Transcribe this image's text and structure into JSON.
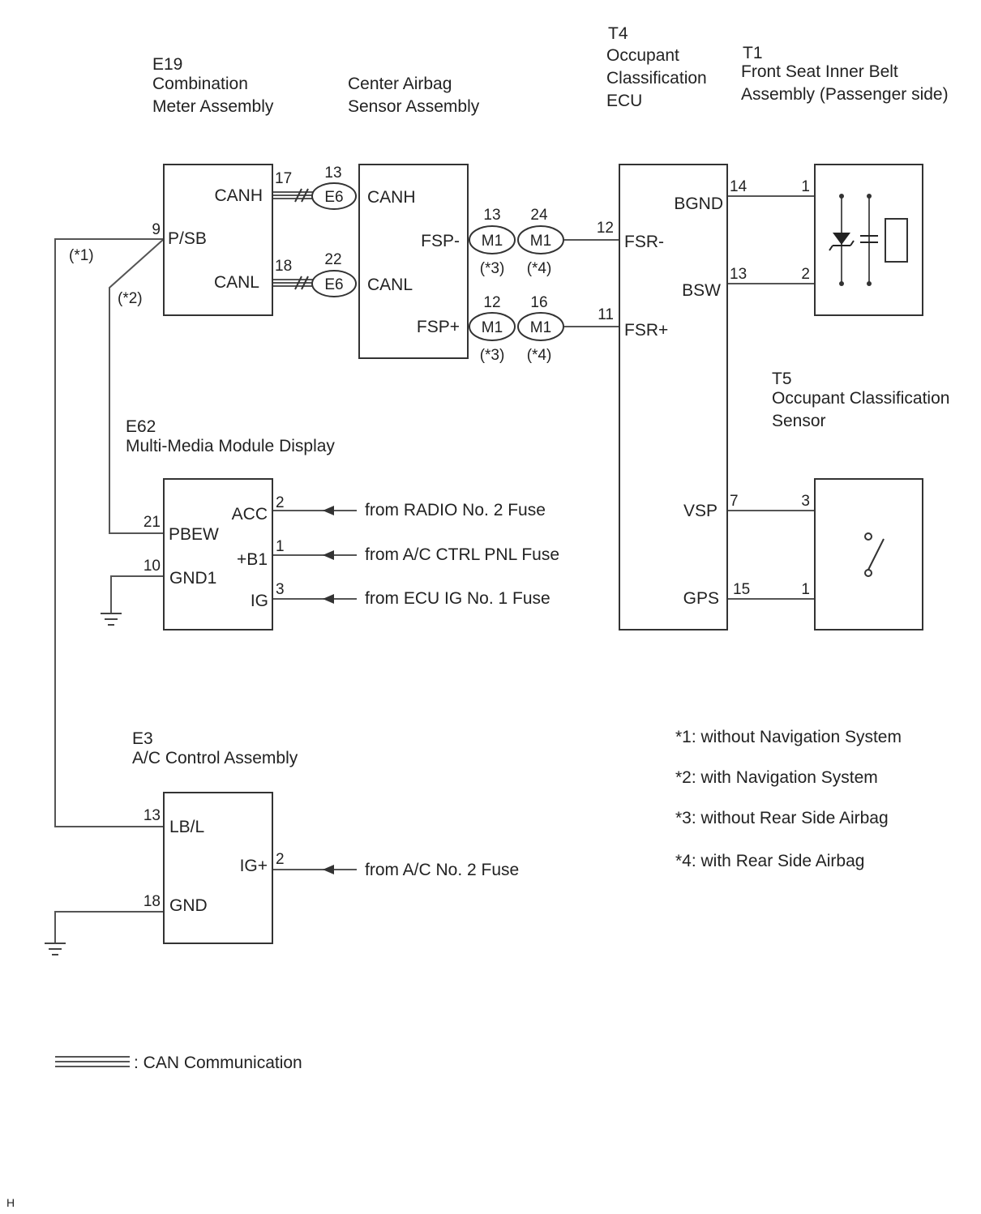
{
  "components": {
    "e19": {
      "code": "E19",
      "name1": "Combination",
      "name2": "Meter Assembly",
      "terms": {
        "canh": "CANH",
        "psb": "P/SB",
        "canl": "CANL"
      },
      "pins": {
        "canh": "17",
        "psb": "9",
        "canl": "18"
      }
    },
    "airbag": {
      "name1": "Center Airbag",
      "name2": "Sensor Assembly",
      "terms": {
        "canh": "CANH",
        "canl": "CANL",
        "fspm": "FSP-",
        "fspp": "FSP+"
      }
    },
    "t4": {
      "code": "T4",
      "name1": "Occupant",
      "name2": "Classification",
      "name3": "ECU",
      "terms": {
        "bgnd": "BGND",
        "fsrm": "FSR-",
        "bsw": "BSW",
        "fsrp": "FSR+",
        "vsp": "VSP",
        "gps": "GPS"
      },
      "pins": {
        "bgnd": "14",
        "fsrm": "12",
        "bsw": "13",
        "fsrp": "11",
        "vsp": "7",
        "gps": "15"
      }
    },
    "t1": {
      "code": "T1",
      "name1": "Front Seat Inner Belt",
      "name2": "Assembly (Passenger side)",
      "pins": {
        "p1": "1",
        "p2": "2"
      }
    },
    "t5": {
      "code": "T5",
      "name1": "Occupant Classification",
      "name2": "Sensor",
      "pins": {
        "p3": "3",
        "p1": "1"
      }
    },
    "e62": {
      "code": "E62",
      "name1": "Multi-Media Module Display",
      "terms": {
        "acc": "ACC",
        "pbew": "PBEW",
        "b1": "+B1",
        "gnd1": "GND1",
        "ig": "IG"
      },
      "pins": {
        "acc": "2",
        "pbew": "21",
        "b1": "1",
        "gnd1": "10",
        "ig": "3"
      }
    },
    "e3": {
      "code": "E3",
      "name1": "A/C Control Assembly",
      "terms": {
        "lbl": "LB/L",
        "igp": "IG+",
        "gnd": "GND"
      },
      "pins": {
        "lbl": "13",
        "igp": "2",
        "gnd": "18"
      }
    }
  },
  "connectors": {
    "e6": {
      "label": "E6",
      "pin_canh": "13",
      "pin_canl": "22"
    },
    "m1": {
      "label": "M1",
      "pin_fspm_a": "13",
      "pin_fspm_b": "24",
      "pin_fspp_a": "12",
      "pin_fspp_b": "16",
      "note_a": "(*3)",
      "note_b": "(*4)"
    }
  },
  "wire_notes": {
    "n1": "(*1)",
    "n2": "(*2)"
  },
  "fuses": {
    "radio": "from RADIO No. 2 Fuse",
    "acctrl": "from A/C CTRL PNL Fuse",
    "ecuig": "from ECU IG No. 1 Fuse",
    "ac2": "from A/C No. 2 Fuse"
  },
  "notes": {
    "n1": "*1: without Navigation System",
    "n2": "*2: with Navigation System",
    "n3": "*3: without Rear Side Airbag",
    "n4": "*4: with Rear Side Airbag"
  },
  "legend": {
    "can": ": CAN Communication"
  },
  "footer": "H"
}
